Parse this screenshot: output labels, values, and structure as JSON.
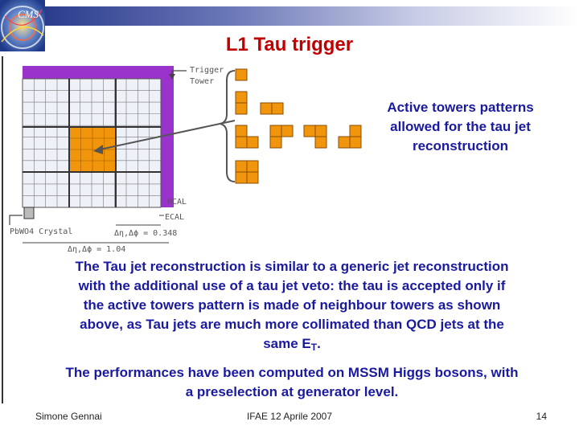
{
  "header": {
    "title": "L1 Tau trigger"
  },
  "logo": {
    "label": "CMS"
  },
  "figure": {
    "label_trigger_tower": [
      "Trigger",
      "Tower"
    ],
    "label_hcal": "HCAL",
    "label_ecal": "ECAL",
    "label_crystal": "PbWO4 Crystal",
    "label_eta_phi_small": "Δη,Δϕ = 0.348",
    "label_eta_phi_large": "Δη,Δϕ = 1.04",
    "colors": {
      "orange": "#f0950c",
      "purple": "#9933cc",
      "grid_fill": "#eef1f8",
      "grid_line": "#555555"
    }
  },
  "caption": {
    "lines": [
      "Active towers patterns",
      "allowed for the tau jet",
      "reconstruction"
    ]
  },
  "body": {
    "para1_lines": [
      "The Tau jet reconstruction is similar to a generic jet reconstruction",
      "with the additional use of a tau jet veto: the tau is accepted only if",
      "the active towers pattern is made of neighbour towers as shown",
      "above, as Tau jets are much more collimated than QCD jets at the"
    ],
    "para1_last": "same E",
    "para1_subscript": "T",
    "para1_end": ".",
    "para2_lines": [
      "The performances have been computed on MSSM Higgs bosons, with",
      "a preselection at generator level."
    ]
  },
  "footer": {
    "author": "Simone Gennai",
    "event": "IFAE 12 Aprile 2007",
    "page": "14"
  }
}
